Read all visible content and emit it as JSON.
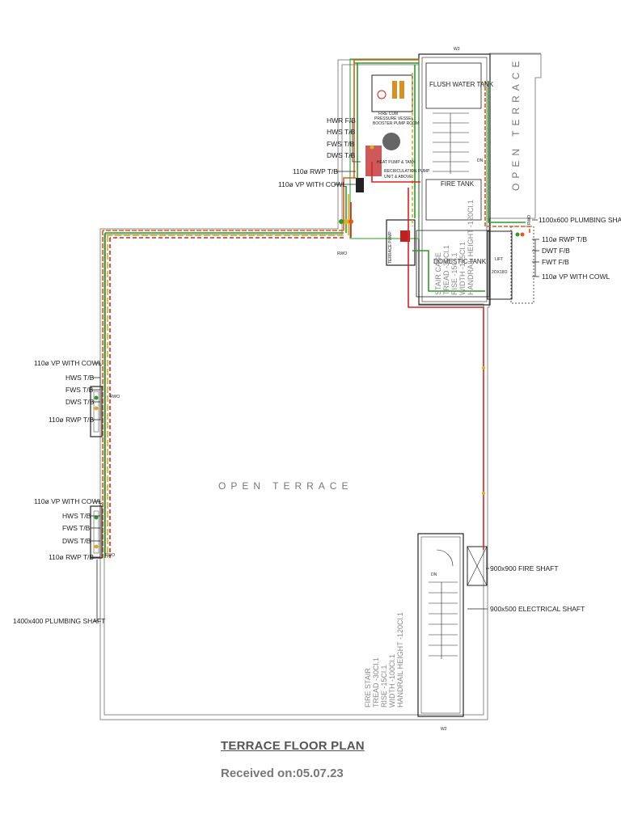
{
  "drawing": {
    "title": "TERRACE FLOOR PLAN",
    "received": "Received on:05.07.23"
  },
  "plan": {
    "main_area": "OPEN TERRACE",
    "side_area": "OPEN TERRACE",
    "wall_top": "W3",
    "wall_bottom": "W2",
    "rooms": {
      "flush_tank": "FLUSH WATER TANK",
      "fire_tank": "FIRE TANK",
      "domestic_tank": "DOMESTIC TANK",
      "lift": "LIFT",
      "lift_size": "2OX18O",
      "pressure_note_1": "FIRE CUM",
      "pressure_note_2": "PRESSURE VESSEL",
      "pressure_note_3": "BOOSTER PUMP ROOM",
      "heat_pump_note": "HEAT PUMP & TANK",
      "recirc_note_1": "RECIRCULATION PUMP",
      "recirc_note_2": "UNIT & ABOVE",
      "terrace_pump": "TERRACE PUMP"
    },
    "main_stair": {
      "line1": "STAIR CASE",
      "line2": "TREAD -30Cl.1",
      "line3": "RISE -15Cl.1",
      "line4": "WIDTH -125Cl.1",
      "line5": "HANDRAIL HEIGHT -120Cl.1",
      "dn": "DN"
    },
    "fire_stair": {
      "line1": "FIRE STAIR",
      "line2": "TREAD -30Cl.1",
      "line3": "RISE -15Cl.1",
      "line4": "WIDTH -100Cl.1",
      "line5": "HANDRAIL HEIGHT -120Cl.1",
      "dn": "DN"
    },
    "rwo": "RWO"
  },
  "labels": {
    "top_group": [
      "HWR F/B",
      "HWS T/B",
      "FWS T/B",
      "DWS T/B"
    ],
    "top_rwp": "110ø RWP T/B",
    "top_vp": "110ø VP WITH COWL",
    "right_shaft": "1100x600 PLUMBING SHAFT",
    "right_group": [
      "110ø RWP T/B",
      "DWT F/B",
      "FWT F/B",
      "110ø VP WITH COWL"
    ],
    "mid_group": [
      "110ø VP WITH COWL",
      "HWS T/B",
      "FWS T/B",
      "DWS T/B",
      "110ø RWP T/B"
    ],
    "low_group": [
      "110ø VP WITH COWL",
      "HWS T/B",
      "FWS T/B",
      "DWS T/B",
      "110ø RWP T/B"
    ],
    "left_shaft": "1400x400 PLUMBING SHAFT",
    "fire_shaft": "900x900 FIRE SHAFT",
    "elec_shaft": "900x500 ELECTRICAL SHAFT"
  },
  "colors": {
    "outline": "#8a8a8a",
    "wall": "#222222",
    "hot_water": "#e05a1a",
    "flush_water": "#2a9b2a",
    "domestic_water": "#d8b020",
    "fire_line": "#e02020"
  }
}
